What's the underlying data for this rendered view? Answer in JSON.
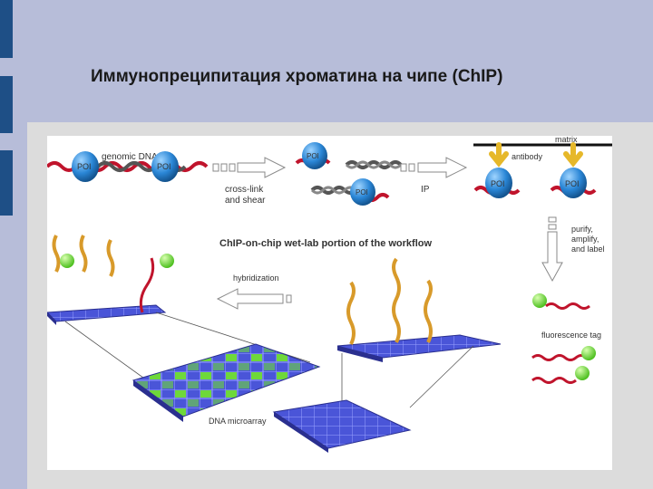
{
  "slide": {
    "title": "Иммунопреципитация хроматина на чипе (ChIP)"
  },
  "figure": {
    "labels": {
      "genomic_dna": "genomic DNA",
      "poi": "POI",
      "crosslink_line1": "cross-link",
      "crosslink_line2": "and shear",
      "ip": "IP",
      "matrix": "matrix",
      "antibody": "antibody",
      "workflow_title": "ChIP-on-chip wet-lab portion of the workflow",
      "purify": "purify,",
      "amplify": "amplify,",
      "and_label": "and label",
      "hybridization": "hybridization",
      "fluorescence_tag": "fluorescence tag",
      "dna_microarray": "DNA microarray"
    }
  },
  "colors": {
    "background": "#b7bdd9",
    "left_bar": "#1e4f86",
    "panel": "#dcdcdc",
    "protein": "#2a86d6",
    "dna_red": "#c0142c",
    "antibody": "#e6b82a",
    "chip": "#4a55d8",
    "spot": "#6ed83a"
  }
}
